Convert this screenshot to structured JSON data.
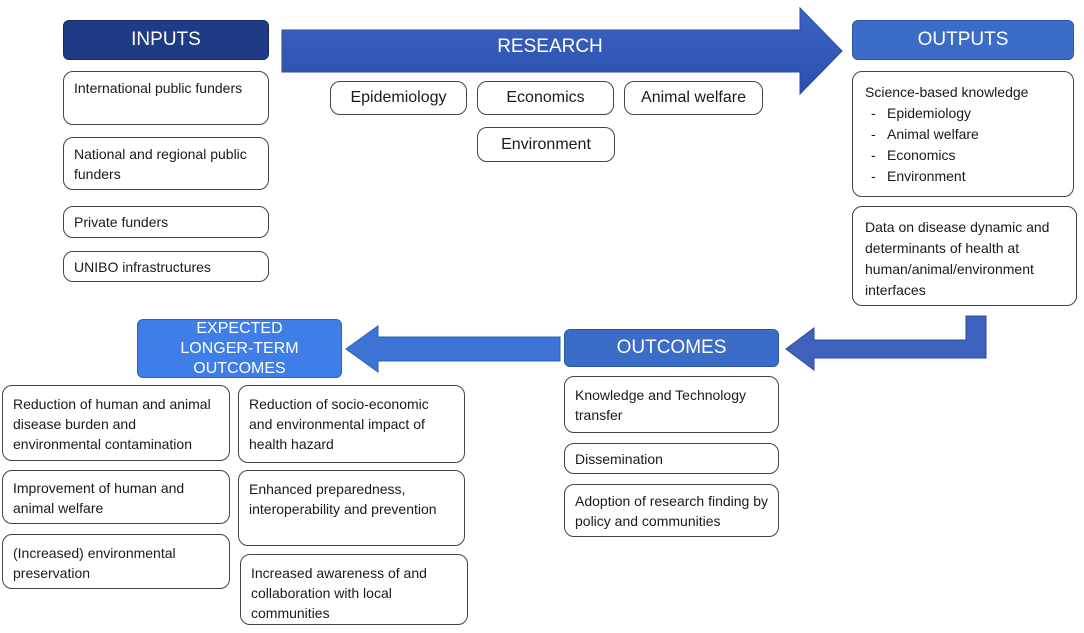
{
  "inputs": {
    "title": "INPUTS",
    "items": [
      "International public funders",
      "National and regional public funders",
      "Private funders",
      "UNIBO infrastructures"
    ]
  },
  "research": {
    "title": "RESEARCH",
    "items": [
      "Epidemiology",
      "Economics",
      "Animal welfare",
      "Environment"
    ]
  },
  "outputs": {
    "title": "OUTPUTS",
    "knowledge_title": "Science-based knowledge",
    "knowledge_items": [
      "Epidemiology",
      "Animal welfare",
      "Economics",
      "Environment"
    ],
    "data_text": "Data on disease dynamic and determinants of health at human/animal/environment interfaces"
  },
  "outcomes": {
    "title": "OUTCOMES",
    "items": [
      "Knowledge and Technology transfer",
      "Dissemination",
      "Adoption of research finding by policy and communities"
    ]
  },
  "longer_term": {
    "title": "EXPECTED LONGER-TERM OUTCOMES",
    "left_items": [
      "Reduction of human and animal disease burden and environmental contamination",
      "Improvement of human and animal welfare",
      "(Increased) environmental preservation"
    ],
    "right_items": [
      "Reduction of socio-economic and environmental impact of health hazard",
      "Enhanced preparedness, interoperability and prevention",
      "Increased awareness of and collaboration with local communities"
    ]
  },
  "colors": {
    "dark": "#1f3b86",
    "mid": "#3b6cc8",
    "light": "#3f7ee6"
  }
}
